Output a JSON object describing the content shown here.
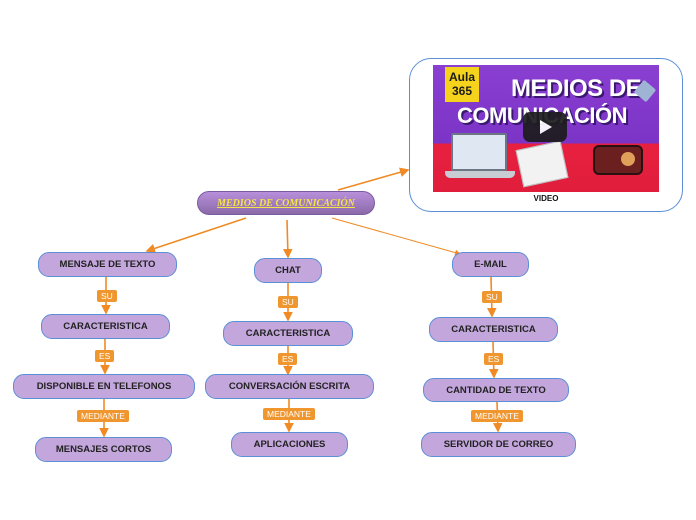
{
  "root": {
    "label": "MEDIOS DE COMUNICACIÓN"
  },
  "video": {
    "label": "VIDEO",
    "thumbnail": {
      "badge_line1": "Aula",
      "badge_line2": "365",
      "title_line1": "MEDIOS DE",
      "title_line2": "COMUNICACIÓN"
    }
  },
  "branches": {
    "mensaje": {
      "title": "MENSAJE DE TEXTO",
      "link1": "SU",
      "node2": "CARACTERISTICA",
      "link2": "ES",
      "node3": "DISPONIBLE EN TELEFONOS",
      "link3": "MEDIANTE",
      "node4": "MENSAJES CORTOS"
    },
    "chat": {
      "title": "CHAT",
      "link1": "SU",
      "node2": "CARACTERISTICA",
      "link2": "ES",
      "node3": "CONVERSACIÓN ESCRITA",
      "link3": "MEDIANTE",
      "node4": "APLICACIONES"
    },
    "email": {
      "title": "E-MAIL",
      "link1": "SU",
      "node2": "CARACTERISTICA",
      "link2": "ES",
      "node3": "CANTIDAD DE TEXTO",
      "link3": "MEDIANTE",
      "node4": "SERVIDOR DE CORREO"
    }
  },
  "colors": {
    "node_fill": "#c3a6dc",
    "node_border": "#5b8fd6",
    "connector": "#f08a24",
    "link_tag": "#f0962f",
    "root_text": "#f5e34a"
  }
}
